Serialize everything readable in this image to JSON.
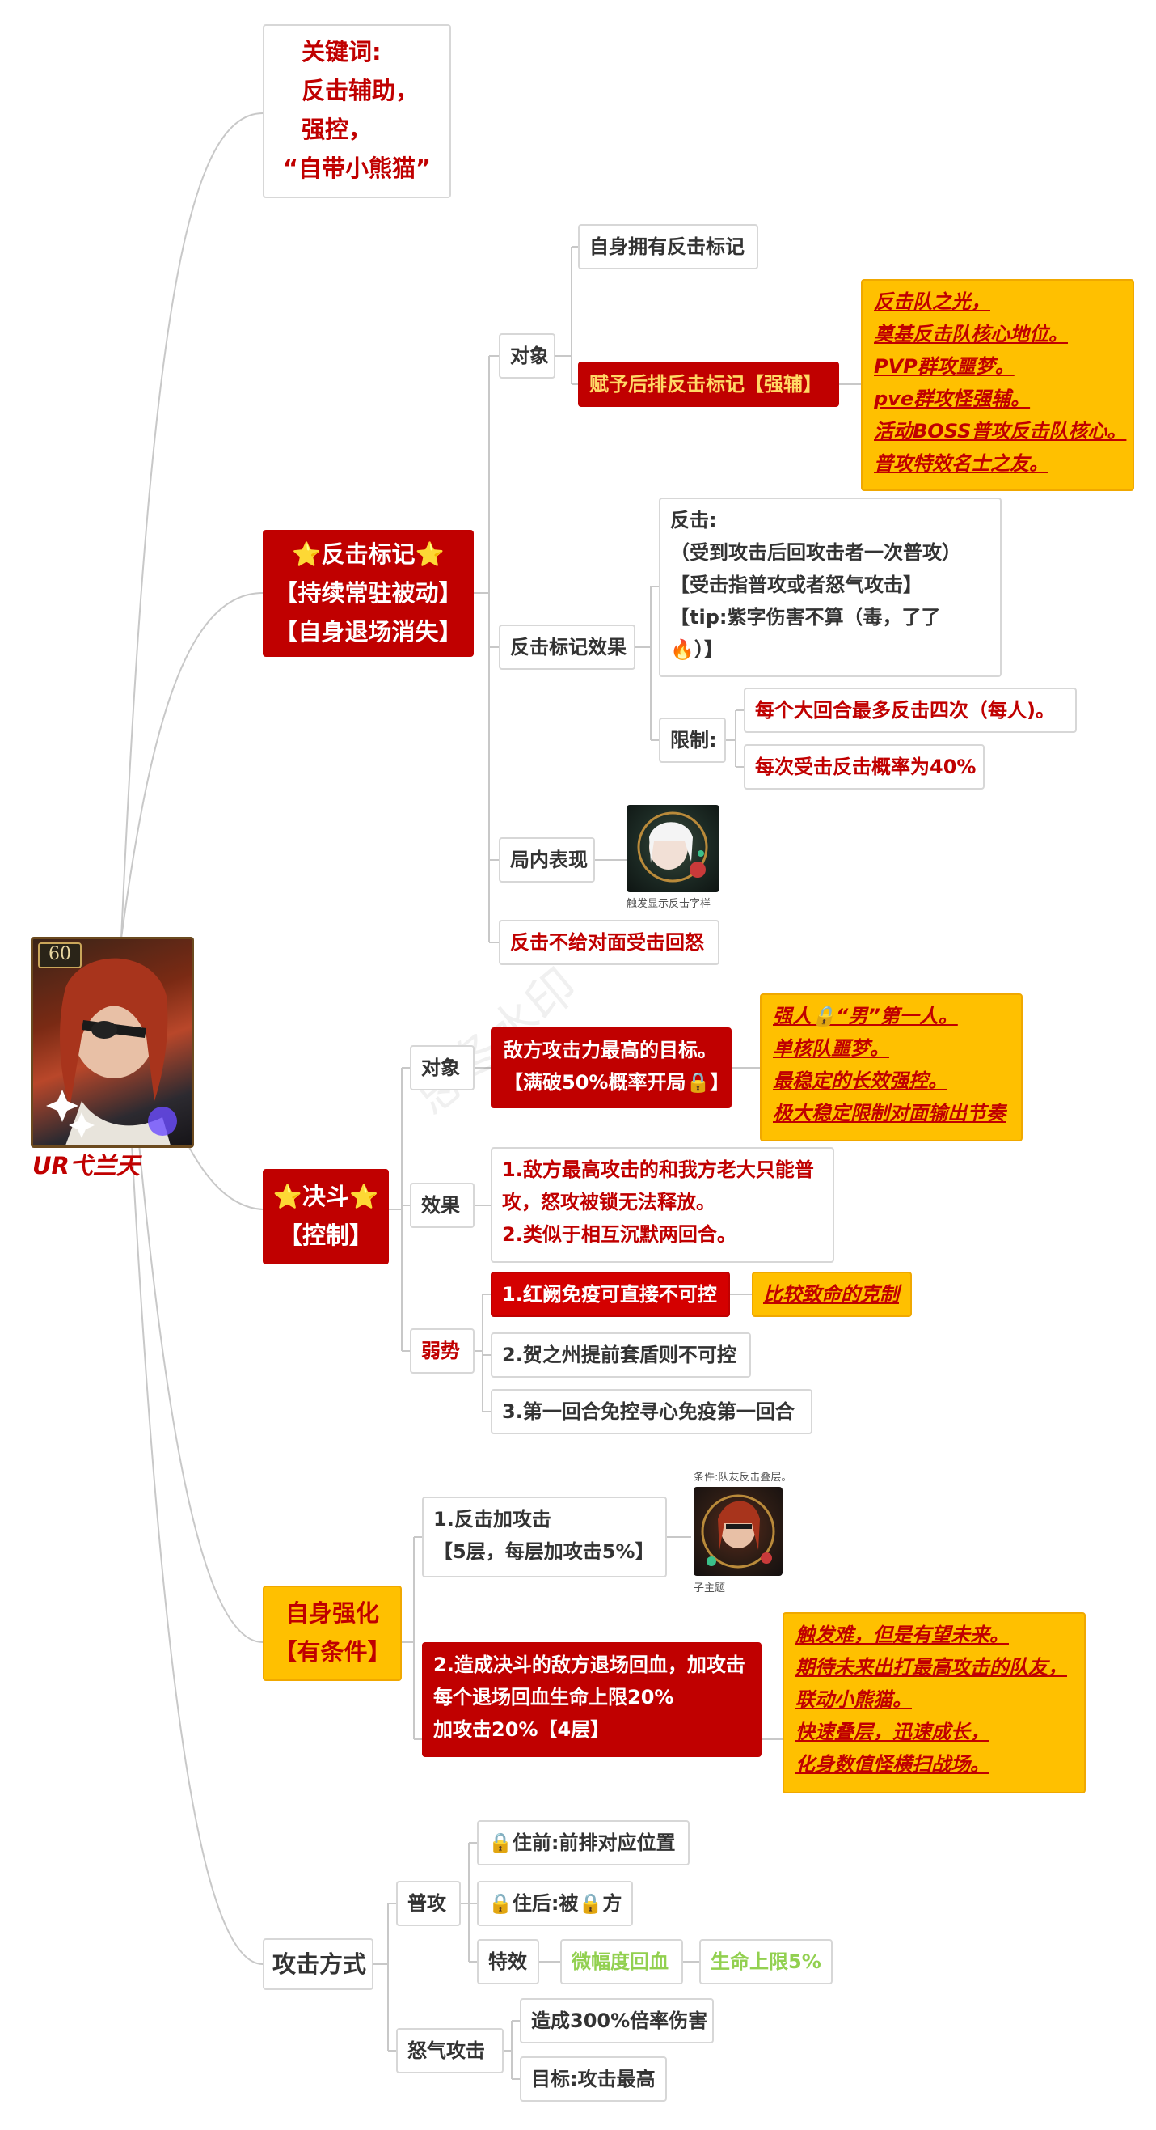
{
  "root": {
    "label": "UR弋兰天",
    "level": "60"
  },
  "watermark": "思冬水印",
  "keywords": [
    "关键词:",
    "反击辅助，",
    "强控，",
    "“自带小熊猫”"
  ],
  "counter": {
    "title": [
      "⭐反击标记⭐",
      "【持续常驻被动】",
      "【自身退场消失】"
    ],
    "target": {
      "label": "对象",
      "self": "自身拥有反击标记",
      "grant": "赋予后排反击标记【强辅】",
      "notes": [
        "反击队之光，",
        "奠基反击队核心地位。",
        "PVP群攻噩梦。",
        "pve群攻怪强辅。",
        "活动BOSS普攻反击队核心。",
        "普攻特效名士之友。"
      ]
    },
    "effect": {
      "label": "反击标记效果",
      "desc": [
        "反击:",
        "（受到攻击后回攻击者一次普攻）",
        "【受击指普攻或者怒气攻击】",
        "【tip:紫字伤害不算（毒，了了",
        "🔥）】"
      ],
      "limit_label": "限制:",
      "limits": [
        "每个大回合最多反击四次（每人)。",
        "每次受击反击概率为40%"
      ]
    },
    "ingame": {
      "label": "局内表现",
      "caption": "触发显示反击字样"
    },
    "no_rage": "反击不给对面受击回怒"
  },
  "duel": {
    "title": [
      "⭐决斗⭐",
      "【控制】"
    ],
    "target": {
      "label": "对象",
      "text": [
        "敌方攻击力最高的目标。",
        "【满破50%概率开局🔒】"
      ],
      "notes": [
        "强人🔒“男”第一人。",
        "单核队噩梦。",
        "最稳定的长效强控。",
        "极大稳定限制对面输出节奏"
      ]
    },
    "effect": {
      "label": "效果",
      "text": [
        "1.敌方最高攻击的和我方老大只能普",
        "攻，怒攻被锁无法释放。",
        "2.类似于相互沉默两回合。"
      ]
    },
    "weak": {
      "label": "弱势",
      "items": [
        "1.红阙免疫可直接不可控",
        "2.贺之州提前套盾则不可控",
        "3.第一回合免控寻心免疫第一回合"
      ],
      "note": "比较致命的克制"
    }
  },
  "buff": {
    "title": [
      "自身强化",
      "【有条件】"
    ],
    "item1": [
      "1.反击加攻击",
      "【5层，每层加攻击5%】"
    ],
    "item1_caption_top": "条件:队友反击叠层。",
    "item1_caption_bottom": "子主题",
    "item2": [
      "2.造成决斗的敌方退场回血，加攻击",
      "每个退场回血生命上限20%",
      "加攻击20%【4层】"
    ],
    "item2_notes": [
      "触发难，但是有望未来。",
      "期待未来出打最高攻击的队友，",
      "联动小熊猫。",
      "快速叠层，迅速成长，",
      "化身数值怪横扫战场。"
    ]
  },
  "attack": {
    "title": "攻击方式",
    "normal": {
      "label": "普攻",
      "front": "🔒住前:前排对应位置",
      "back": "🔒住后:被🔒方",
      "special_label": "特效",
      "special1": "微幅度回血",
      "special2": "生命上限5%"
    },
    "rage": {
      "label": "怒气攻击",
      "dmg": "造成300%倍率伤害",
      "target": "目标:攻击最高"
    }
  },
  "colors": {
    "red": "#c00000",
    "gold": "#ffc000",
    "green": "#92d050",
    "line": "#c8c8c8"
  }
}
